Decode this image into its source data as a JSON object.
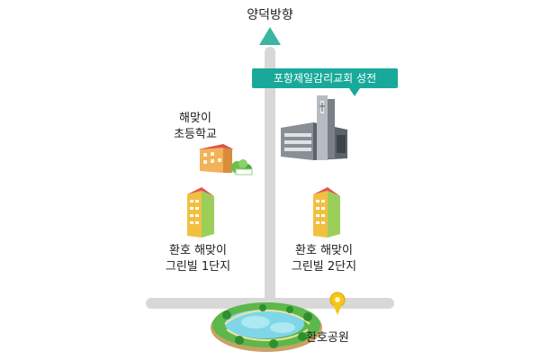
{
  "map": {
    "direction_label": "양덕방향",
    "church_callout": "포항제일감리교회 성전",
    "school_line1": "해맞이",
    "school_line2": "초등학교",
    "apt1_line1": "환호 해맞이",
    "apt1_line2": "그린빌 1단지",
    "apt2_line1": "환호 해맞이",
    "apt2_line2": "그린빌 2단지",
    "park_label": "환호공원"
  },
  "colors": {
    "accent": "#18a99a",
    "road": "#d8d8d8",
    "park_green": "#5cb84a",
    "water": "#7fd6e8"
  },
  "icons": [
    "north-arrow-icon",
    "church-building-icon",
    "school-building-icon",
    "apartment-icon",
    "park-icon",
    "location-pin-icon"
  ]
}
